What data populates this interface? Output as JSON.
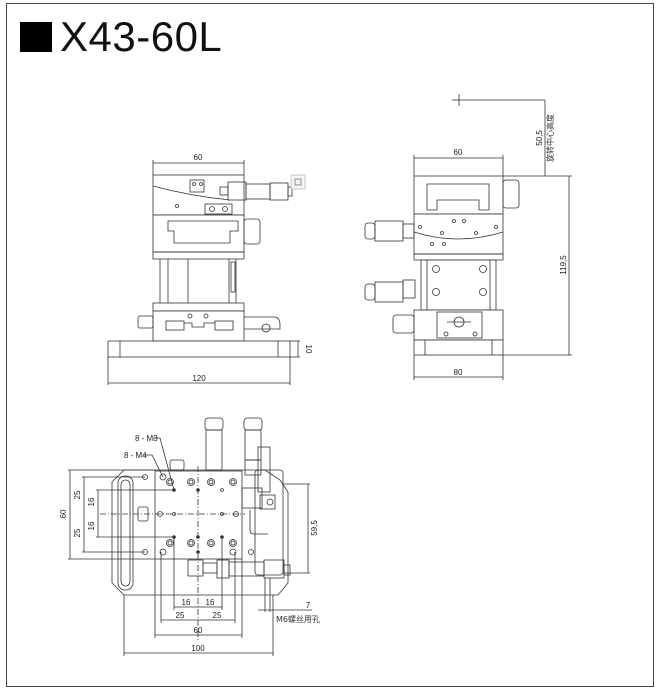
{
  "title": {
    "marker": "square",
    "model": "X43-60L"
  },
  "front_view": {
    "dim_top_width": "60",
    "dim_base_width": "120",
    "dim_base_height": "10",
    "icon": "expand-icon"
  },
  "side_view": {
    "dim_top_width": "60",
    "dim_base_width": "80",
    "dim_total_height": "119,5",
    "dim_rotation_center": "50,5",
    "rotation_center_label": "旋转中心高度"
  },
  "top_view": {
    "label_m3": "8 - M3",
    "label_m4": "8 - M4",
    "dim_left_outer": "60",
    "dim_left_25_top": "25",
    "dim_left_16_top": "16",
    "dim_left_16_bottom": "16",
    "dim_left_25_bottom": "25",
    "dim_right_height": "59,5",
    "dim_bottom_16_left": "16",
    "dim_bottom_16_right": "16",
    "dim_bottom_25_left": "25",
    "dim_bottom_25_right": "25",
    "dim_bottom_60": "60",
    "dim_bottom_100": "100",
    "dim_side_7": "7",
    "m6_note": "M6螺丝用孔"
  }
}
